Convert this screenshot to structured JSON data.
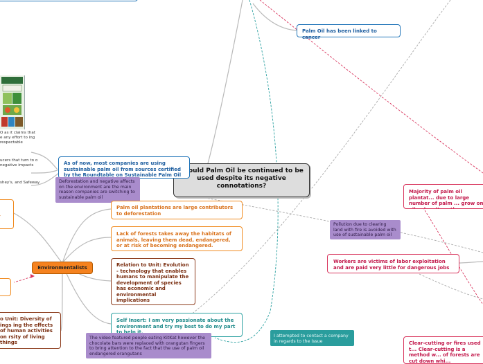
{
  "central": {
    "title": "Should Palm Oil be continued to be used despite its negative connotations?"
  },
  "environmentalists": {
    "label": "Environmentalists"
  },
  "right_nodes": {
    "cancer": "Palm Oil has been linked to cancer",
    "majority": "Majority of palm oil plantat... due to large number of palm ... grow on oil palms (tree the...",
    "workers": "Workers are victims of labor exploitation and are paid very little for dangerous jobs",
    "clear_cutting": "Clear-cutting or fires used t... Clear-cutting is a method w... of forests are cut down whi..."
  },
  "sustainable": {
    "text": "As of now, most companies are using sustainable palm oil from sources certified by the Roundtable on Sustainable Palm Oil",
    "purple_note": "Deforestation and negative affects on the environment are the main reason companies are switching to sustainable palm oil"
  },
  "left_fragments": {
    "claims": "O as it claims that e any effort to ing respectable",
    "producers": "ucers that turn to o negative impacts",
    "hersheys": "shey's, and Safeway",
    "diversity": "o Unit: Diversity of ings ing the effects of human activities on rsity of living things"
  },
  "env_nodes": {
    "deforestation": "Palm oil plantations are large contributors to deforestation",
    "habitats": "Lack of forests takes away the habitats of animals, leaving them dead, endangered, or at risk of becoming endangered.",
    "evolution": "Relation to Unit: Evolution - technology that enables humans to manipulate the development of species has economic and environmental implications",
    "self_insert": "Self Insert: I am very passionate about the environment and try my best to do my part to help it."
  },
  "notes": {
    "pollution": "Pollution due to clearing land with fire is avoided with use of sustainable palm oil",
    "contact": "I attempted to contact a company in regards to the issue",
    "video": "The video featured people eating KitKat however the chocolate bars were replaced with orangutan fingers to bring attention to the fact that the use of palm oil endangered orangutans"
  },
  "colors": {
    "blue": "#1f74b8",
    "orange": "#f08a1e",
    "brown": "#8b3a1a",
    "teal": "#2aa0a0",
    "pink": "#d9365e",
    "purple": "#a98ccc",
    "central": "#dddddd"
  },
  "icons": [
    "product-collage-thumbnail"
  ]
}
